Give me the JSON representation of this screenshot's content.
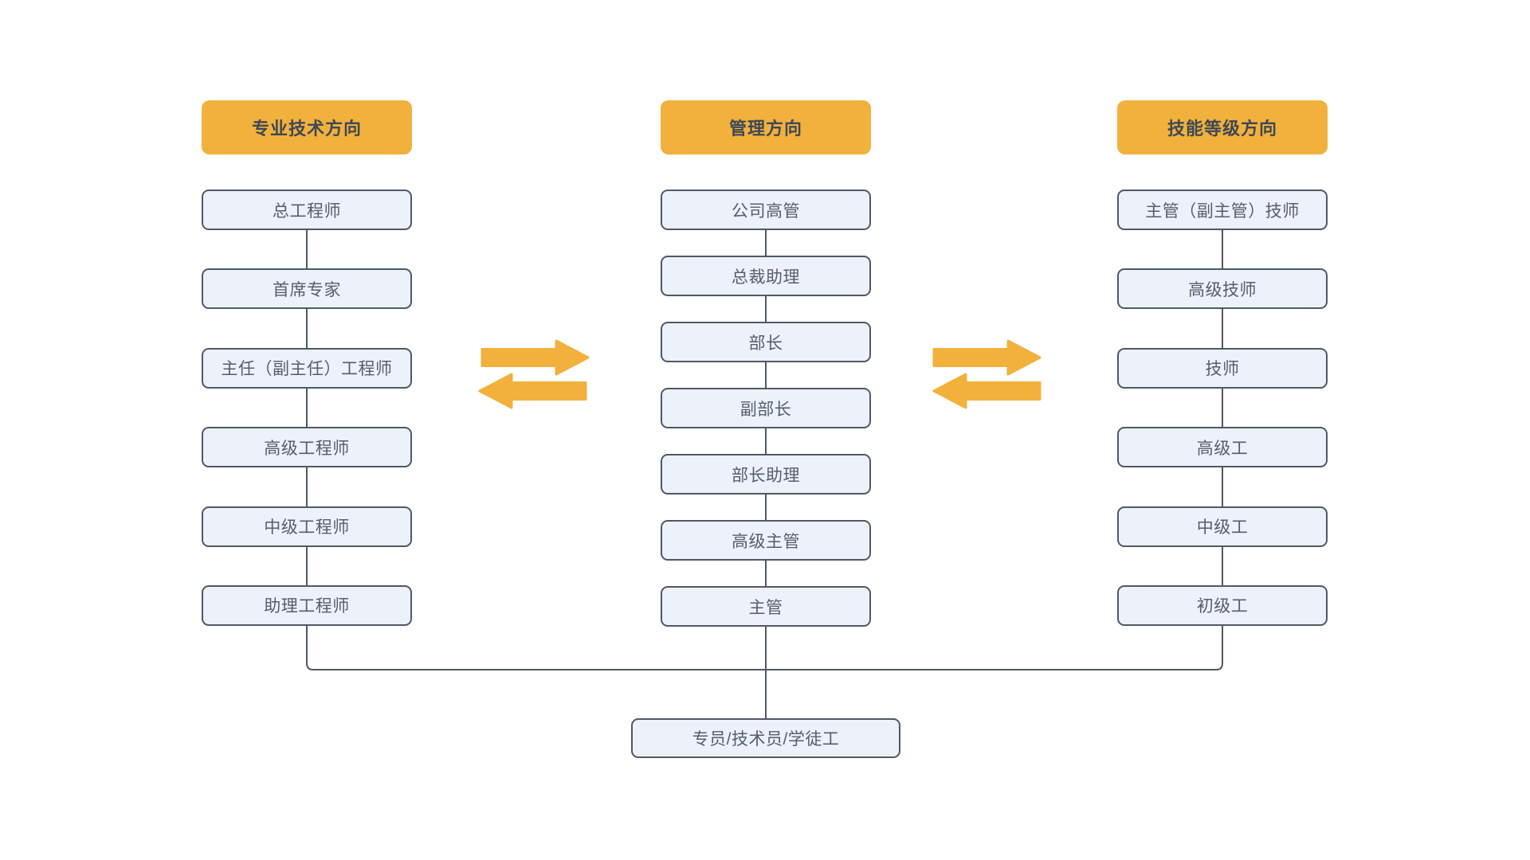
{
  "colors": {
    "accent_orange": "#F2B13C",
    "box_fill": "#EDF1FA",
    "box_border": "#4E5965",
    "box_text": "#545E6C",
    "header_text": "#3D4857",
    "background": "#FFFFFF"
  },
  "diagram": {
    "type": "career-path-flowchart",
    "columns": [
      {
        "id": "professional-technical",
        "header": "专业技术方向",
        "items": [
          "总工程师",
          "首席专家",
          "主任（副主任）工程师",
          "高级工程师",
          "中级工程师",
          "助理工程师"
        ]
      },
      {
        "id": "management",
        "header": "管理方向",
        "items": [
          "公司高管",
          "总裁助理",
          "部长",
          "副部长",
          "部长助理",
          "高级主管",
          "主管"
        ]
      },
      {
        "id": "skill-level",
        "header": "技能等级方向",
        "items": [
          "主管（副主管）技师",
          "高级技师",
          "技师",
          "高级工",
          "中级工",
          "初级工"
        ]
      }
    ],
    "base_node": "专员/技术员/学徒工",
    "transfer_arrows": [
      {
        "between": [
          "专业技术方向",
          "管理方向"
        ],
        "directions": [
          "right",
          "left"
        ]
      },
      {
        "between": [
          "管理方向",
          "技能等级方向"
        ],
        "directions": [
          "right",
          "left"
        ]
      }
    ]
  }
}
